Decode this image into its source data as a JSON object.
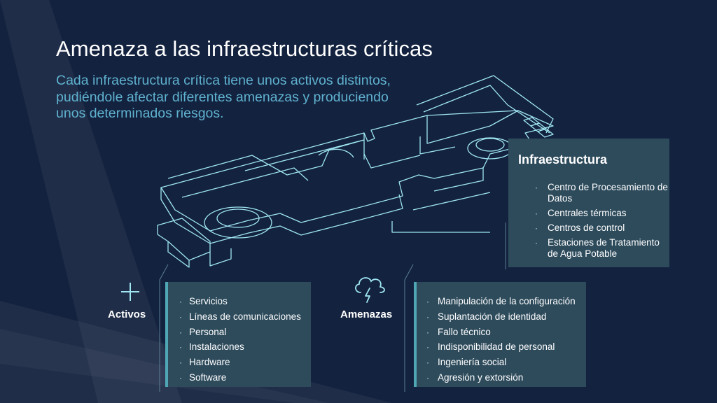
{
  "slide": {
    "title": "Amenaza a las infraestructuras críticas",
    "subtitle": "Cada infraestructura crítica tiene unos activos distintos, pudiéndole afectar diferentes amenazas y produciendo unos determinados riesgos."
  },
  "colors": {
    "background": "#13223f",
    "accent": "#5fb2cf",
    "panel": "#2e4b5c",
    "wireframe": "#9fe6f2"
  },
  "infraestructura": {
    "title": "Infraestructura",
    "items": [
      "Centro de Procesamiento de Datos",
      "Centrales térmicas",
      "Centros de control",
      "Estaciones de Tratamiento de Agua Potable"
    ]
  },
  "activos": {
    "label": "Activos",
    "icon": "plus-icon",
    "items": [
      "Servicios",
      "Líneas de comunicaciones",
      "Personal",
      "Instalaciones",
      "Hardware",
      "Software"
    ]
  },
  "amenazas": {
    "label": "Amenazas",
    "icon": "storm-cloud-icon",
    "items": [
      "Manipulación de la configuración",
      "Suplantación de identidad",
      "Fallo técnico",
      "Indisponibilidad de personal",
      "Ingeniería social",
      "Agresión y extorsión"
    ]
  }
}
